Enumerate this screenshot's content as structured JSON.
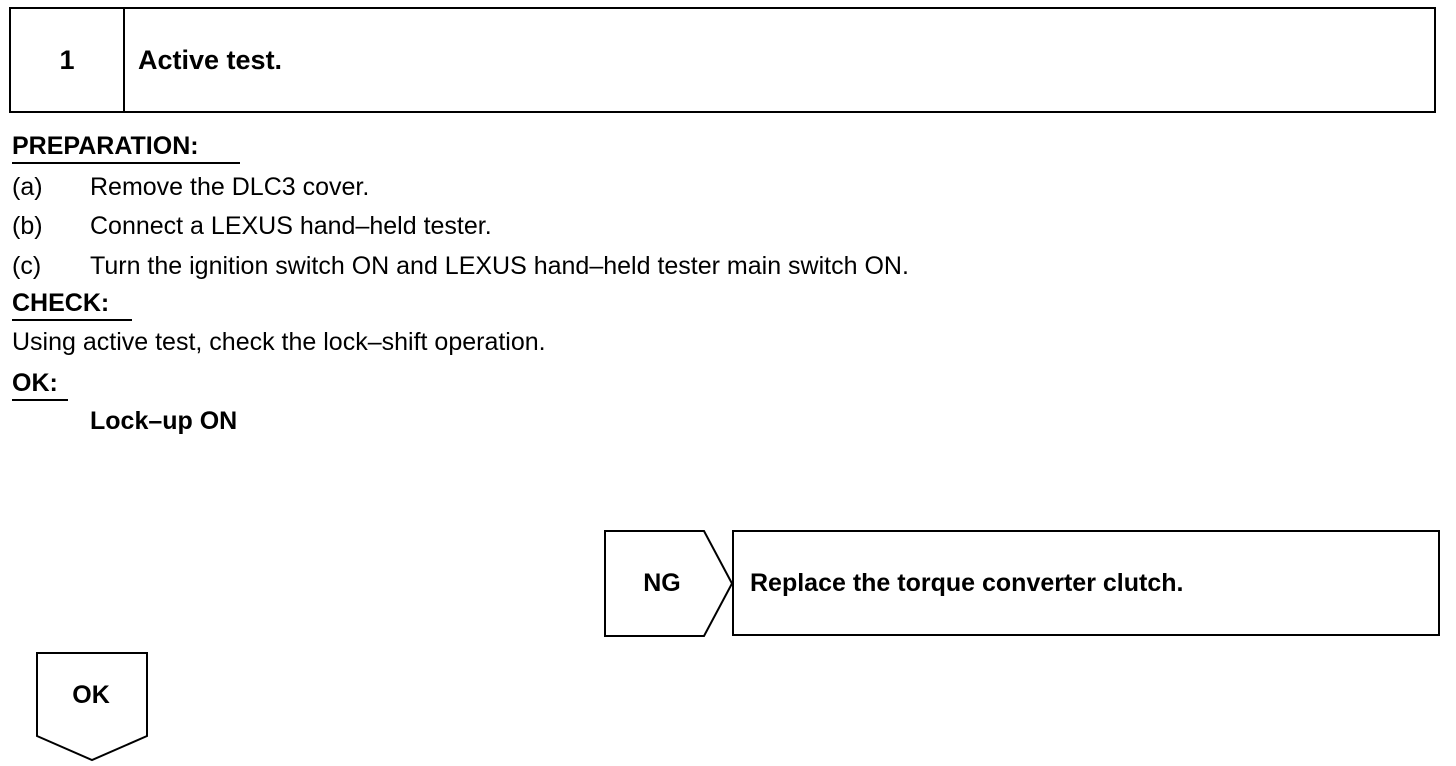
{
  "step": {
    "number": "1",
    "title": "Active test."
  },
  "preparation": {
    "heading": "PREPARATION:",
    "items": [
      {
        "letter": "(a)",
        "text": "Remove the DLC3 cover."
      },
      {
        "letter": "(b)",
        "text": "Connect a LEXUS hand–held tester."
      },
      {
        "letter": "(c)",
        "text": "Turn the ignition switch ON and LEXUS hand–held tester main switch ON."
      }
    ]
  },
  "check": {
    "heading": "CHECK:",
    "text": "Using active test, check the lock–shift operation."
  },
  "ok": {
    "heading": "OK:",
    "value": "Lock–up ON"
  },
  "ng_branch": {
    "label": "NG",
    "result": "Replace the torque converter clutch."
  },
  "ok_branch": {
    "label": "OK"
  }
}
